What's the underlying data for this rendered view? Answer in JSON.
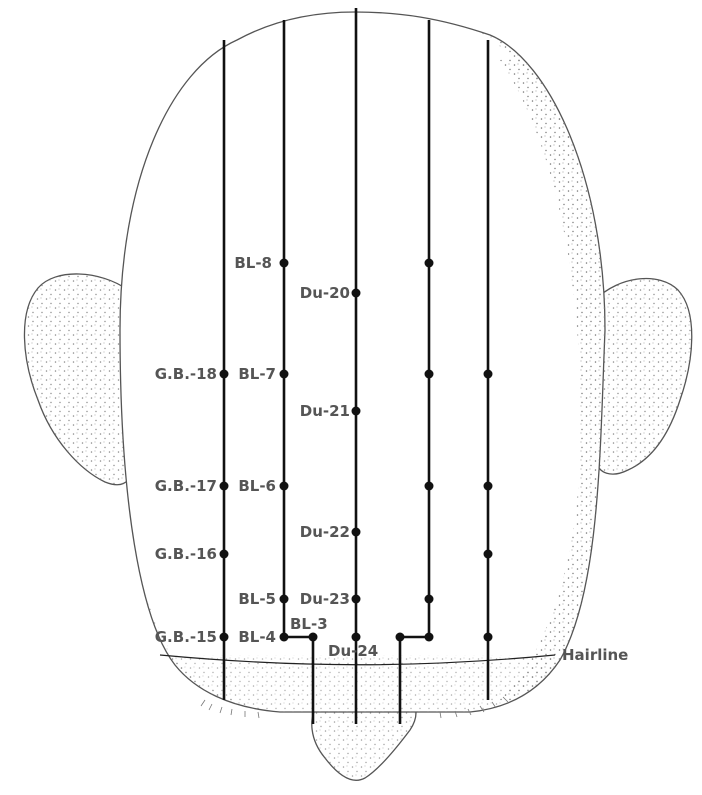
{
  "labels": {
    "bl8": "BL-8",
    "du20": "Du-20",
    "gb18": "G.B.-18",
    "bl7": "BL-7",
    "du21": "Du-21",
    "gb17": "G.B.-17",
    "bl6": "BL-6",
    "du22": "Du-22",
    "gb16": "G.B.-16",
    "bl5": "BL-5",
    "du23": "Du-23",
    "bl3": "BL-3",
    "gb15": "G.B.-15",
    "bl4": "BL-4",
    "du24": "Du-24",
    "hairline": "Hairline"
  },
  "colors": {
    "line": "#111111",
    "label": "#555555",
    "stipple": "#777777"
  }
}
